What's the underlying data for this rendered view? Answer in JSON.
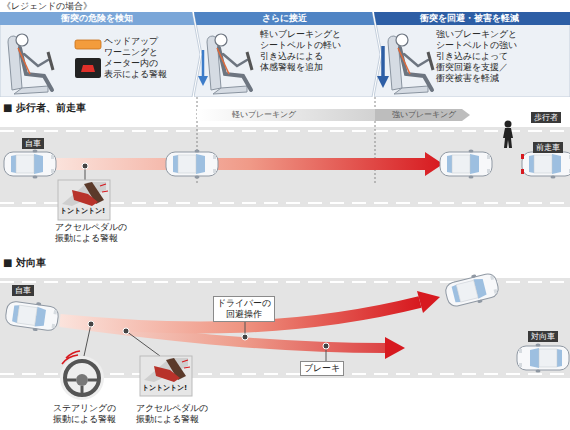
{
  "diagram": {
    "title": "《レジェンドの場合》",
    "nodes": [
      {
        "text": [
          "衝突の危険を検知",
          "ヘッドアップ ワーニングと メーター内の 表示による警報"
        ]
      },
      {
        "text": [
          "さらに接近",
          "軽いブレーキングと シートベルトの軽い 引き込みによる 体感警報を追加"
        ]
      },
      {
        "text": [
          "衝突を回避・被害を軽減",
          "強いブレーキングと シートベルトの強い 引き込みによって 衝突回避を支援／ 衝突被害を軽減"
        ]
      },
      {
        "text": [
          "ドライバーの 回避操作"
        ]
      },
      {
        "text": [
          "ブレーキ"
        ]
      }
    ],
    "labels": [
      "■ 歩行者、前走車",
      "軽いブレーキング",
      "強いブレーキング",
      "歩行者",
      "自車",
      "前走車",
      "トントントン!",
      "アクセルペダルの 振動による警報",
      "■ 対向車",
      "自車",
      "ステアリングの 振動による警報",
      "トントントン!",
      "アクセルペダルの 振動による警報",
      "対向車"
    ]
  }
}
